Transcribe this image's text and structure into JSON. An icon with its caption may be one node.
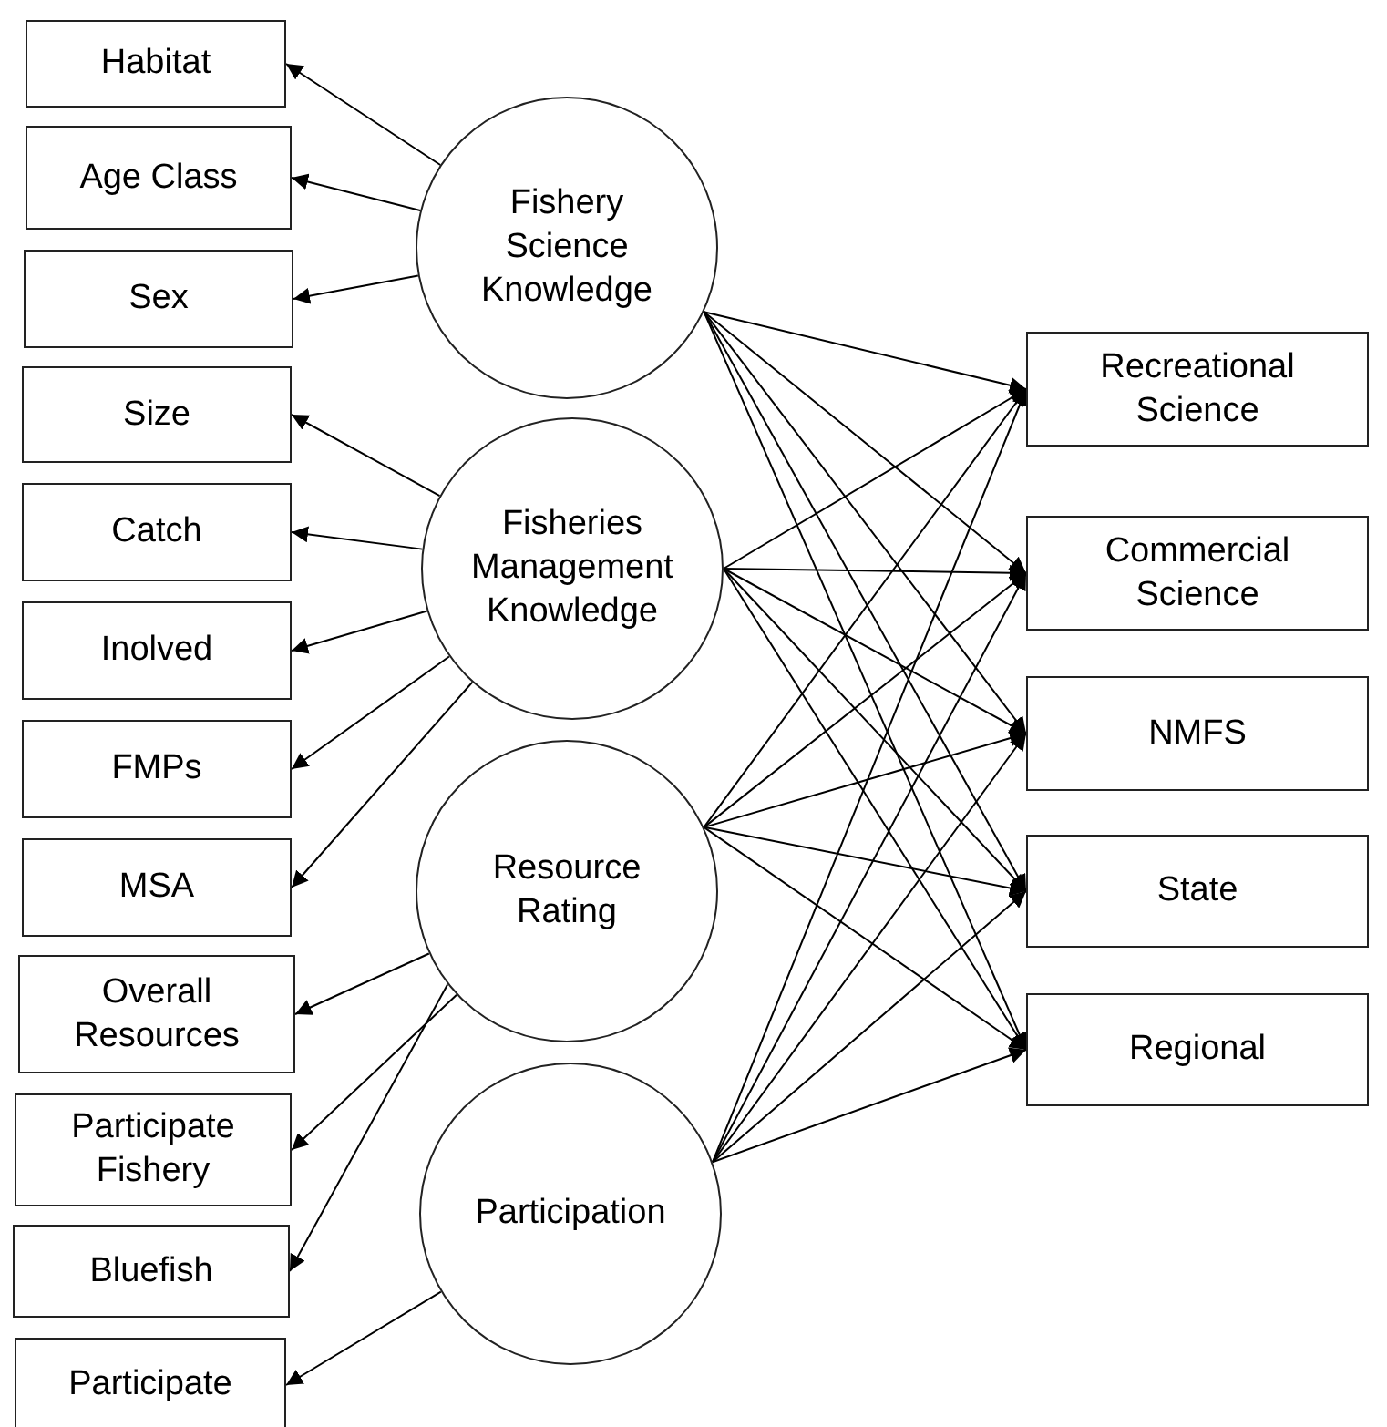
{
  "diagram": {
    "nodes": [
      {
        "text": [
          "Habitat"
        ]
      },
      {
        "text": [
          "Age Class"
        ]
      },
      {
        "text": [
          "Sex"
        ]
      },
      {
        "text": [
          "Size"
        ]
      },
      {
        "text": [
          "Catch"
        ]
      },
      {
        "text": [
          "Inolved"
        ]
      },
      {
        "text": [
          "FMPs"
        ]
      },
      {
        "text": [
          "MSA"
        ]
      },
      {
        "text": [
          "Overall Resources"
        ]
      },
      {
        "text": [
          "Participate Fishery"
        ]
      },
      {
        "text": [
          "Bluefish"
        ]
      },
      {
        "text": [
          "Participate"
        ]
      },
      {
        "text": [
          "Fishery Science Knowledge"
        ]
      },
      {
        "text": [
          "Fisheries Management Knowledge"
        ]
      },
      {
        "text": [
          "Resource Rating"
        ]
      },
      {
        "text": [
          "Participation"
        ]
      },
      {
        "text": [
          "Recreational Science"
        ]
      },
      {
        "text": [
          "Commercial Science"
        ]
      },
      {
        "text": [
          "NMFS"
        ]
      },
      {
        "text": [
          "State"
        ]
      },
      {
        "text": [
          "Regional"
        ]
      }
    ],
    "edges": [
      {
        "from": 12,
        "to": 0,
        "arrow": "to"
      },
      {
        "from": 12,
        "to": 1,
        "arrow": "to"
      },
      {
        "from": 12,
        "to": 2,
        "arrow": "to"
      },
      {
        "from": 13,
        "to": 3,
        "arrow": "to"
      },
      {
        "from": 13,
        "to": 4,
        "arrow": "to"
      },
      {
        "from": 13,
        "to": 5,
        "arrow": "to"
      },
      {
        "from": 13,
        "to": 6,
        "arrow": "to"
      },
      {
        "from": 13,
        "to": 7,
        "arrow": "to"
      },
      {
        "from": 14,
        "to": 8,
        "arrow": "to"
      },
      {
        "from": 14,
        "to": 9,
        "arrow": "to"
      },
      {
        "from": 14,
        "to": 10,
        "arrow": "to"
      },
      {
        "from": 15,
        "to": 11,
        "arrow": "to"
      },
      {
        "from": 12,
        "to": 16,
        "arrow": "to"
      },
      {
        "from": 12,
        "to": 17,
        "arrow": "to"
      },
      {
        "from": 12,
        "to": 18,
        "arrow": "to"
      },
      {
        "from": 12,
        "to": 19,
        "arrow": "to"
      },
      {
        "from": 12,
        "to": 20,
        "arrow": "to"
      },
      {
        "from": 13,
        "to": 16,
        "arrow": "to"
      },
      {
        "from": 13,
        "to": 17,
        "arrow": "to"
      },
      {
        "from": 13,
        "to": 18,
        "arrow": "to"
      },
      {
        "from": 13,
        "to": 19,
        "arrow": "to"
      },
      {
        "from": 13,
        "to": 20,
        "arrow": "to"
      },
      {
        "from": 14,
        "to": 16,
        "arrow": "to"
      },
      {
        "from": 14,
        "to": 17,
        "arrow": "to"
      },
      {
        "from": 14,
        "to": 18,
        "arrow": "to"
      },
      {
        "from": 14,
        "to": 19,
        "arrow": "to"
      },
      {
        "from": 14,
        "to": 20,
        "arrow": "to"
      },
      {
        "from": 15,
        "to": 16,
        "arrow": "to"
      },
      {
        "from": 15,
        "to": 17,
        "arrow": "to"
      },
      {
        "from": 15,
        "to": 18,
        "arrow": "to"
      },
      {
        "from": 15,
        "to": 19,
        "arrow": "to"
      },
      {
        "from": 15,
        "to": 20,
        "arrow": "to"
      }
    ]
  }
}
